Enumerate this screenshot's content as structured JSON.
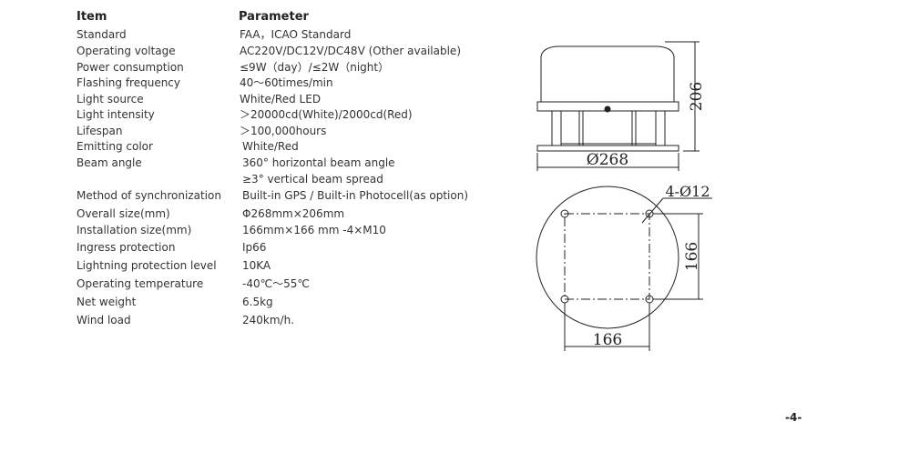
{
  "table": {
    "header": {
      "item": "Item",
      "parameter": "Parameter"
    },
    "rows": [
      {
        "item": "Standard",
        "value": "FAA，ICAO Standard"
      },
      {
        "item": "Operating voltage",
        "value": "AC220V/DC12V/DC48V (Other available)"
      },
      {
        "item": "Power consumption",
        "value": "≤9W（day）/≤2W（night）"
      },
      {
        "item": "Flashing frequency",
        "value": "40～60times/min"
      },
      {
        "item": "Light source",
        "value": "White/Red LED"
      },
      {
        "item": "Light intensity",
        "value": "＞20000cd(White)/2000cd(Red)"
      },
      {
        "item": "Lifespan",
        "value": "＞100,000hours"
      },
      {
        "item": "Emitting color",
        "value": "White/Red"
      },
      {
        "item": "Beam angle",
        "value": "360° horizontal beam angle",
        "value2": "≥3° vertical beam spread"
      },
      {
        "item": "Method of synchronization",
        "value": "Built-in GPS / Built-in Photocell(as option)"
      },
      {
        "item": "Overall size(mm)",
        "value": "Φ268mm×206mm"
      },
      {
        "item": "Installation size(mm)",
        "value": "166mm×166 mm -4×M10"
      },
      {
        "item": "Ingress protection",
        "value": "Ip66"
      },
      {
        "item": "Lightning protection level",
        "value": "10KA"
      },
      {
        "item": "Operating temperature",
        "value": "-40℃～55℃"
      },
      {
        "item": "Net weight",
        "value": "6.5kg"
      },
      {
        "item": "Wind load",
        "value": "240km/h."
      }
    ]
  },
  "drawing": {
    "height_dim": "206",
    "diameter_dim": "Ø268",
    "holes_dim": "4-Ø12",
    "vertical_spacing_dim": "166",
    "horizontal_spacing_dim": "166"
  },
  "page_number": "-4-"
}
